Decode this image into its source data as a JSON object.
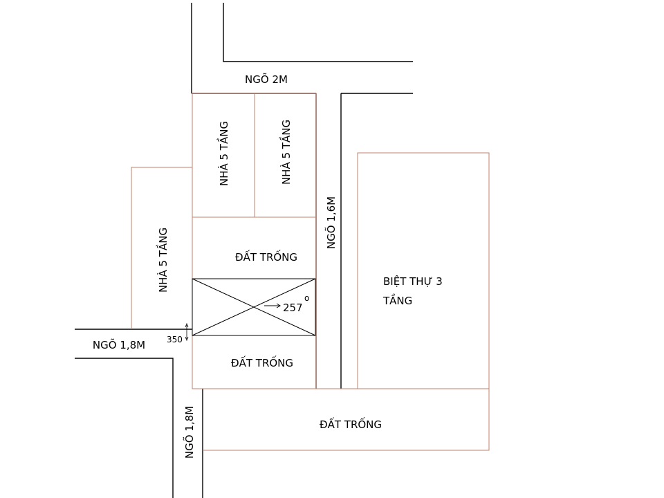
{
  "colors": {
    "road": "#000000",
    "plot": "#c0806a",
    "text": "#000000"
  },
  "labels": {
    "alley_top": "NGÕ 2M",
    "alley_middle": "NGÕ 1,6M",
    "alley_left": "NGÕ 1,8M",
    "alley_bottom": "NGÕ 1,8M",
    "house_a": "NHÀ 5 TẦNG",
    "house_b": "NHÀ 5 TẦNG",
    "house_c": "NHÀ 5 TẦNG",
    "empty_top": "ĐẤT TRỐNG",
    "empty_mid": "ĐẤT TRỐNG",
    "empty_bottom": "ĐẤT TRỐNG",
    "villa_line1": "BIỆT THỰ 3",
    "villa_line2": "TẦNG",
    "bearing": "257",
    "bearing_unit": "o",
    "offset": "350"
  }
}
